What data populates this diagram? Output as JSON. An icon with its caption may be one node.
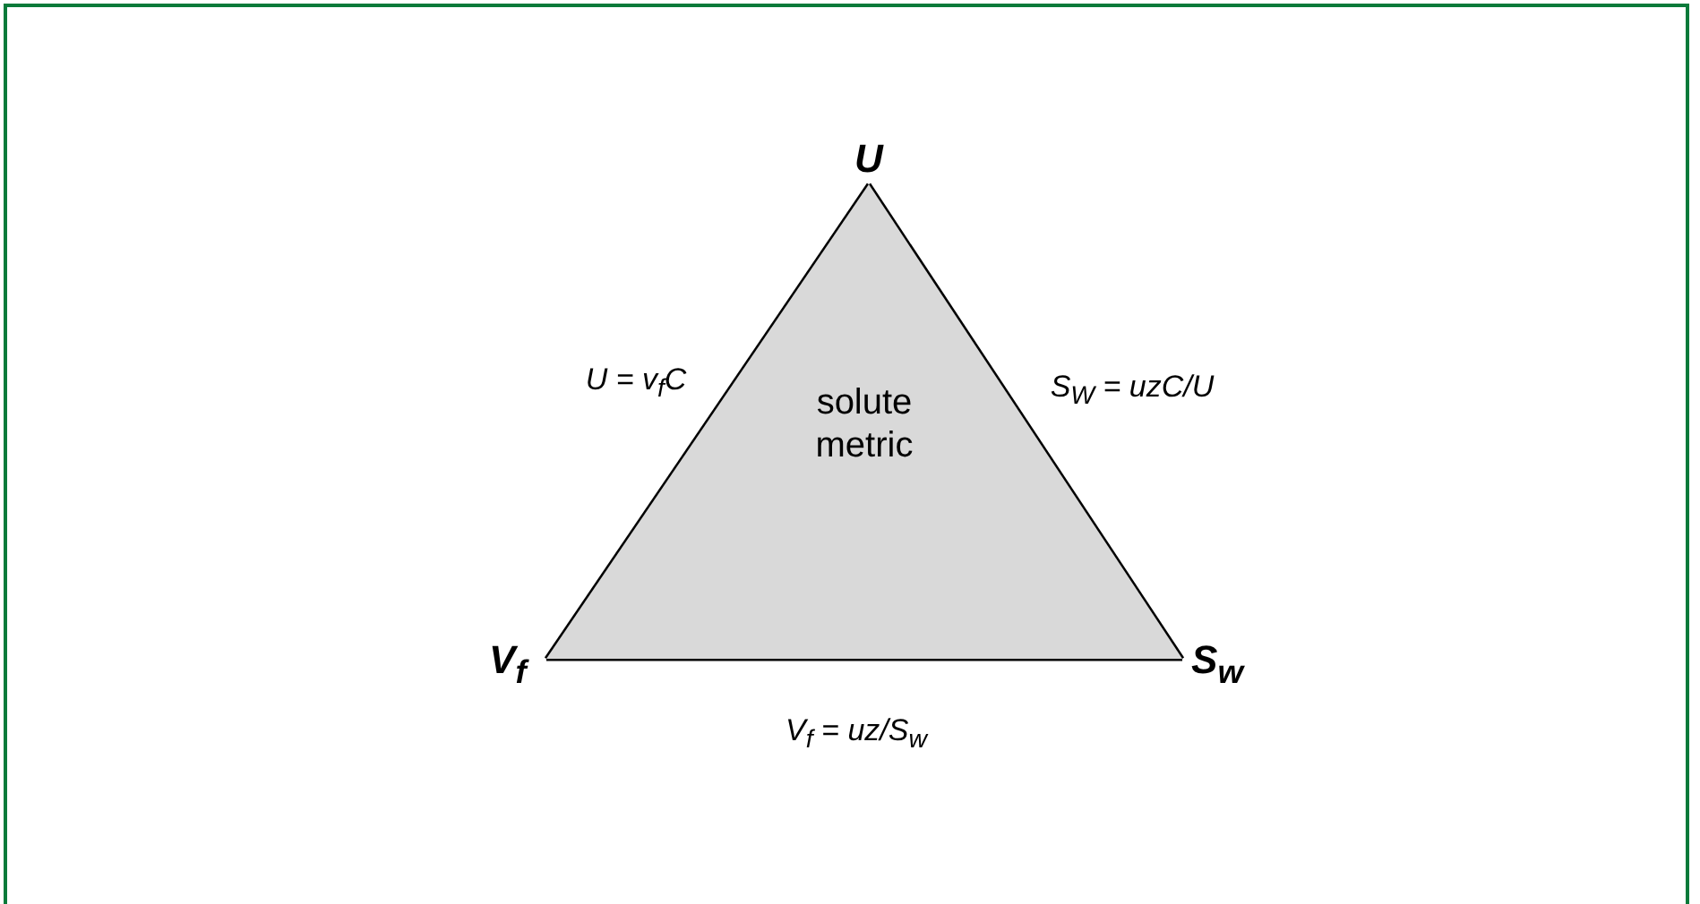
{
  "diagram": {
    "nodes": [
      {
        "text": [
          "solute metric"
        ]
      },
      {
        "text": [
          "U"
        ]
      },
      {
        "text": [
          "V$_{f}$"
        ]
      },
      {
        "text": [
          "S$_{w}$"
        ]
      }
    ],
    "edges": [
      {
        "from": 1,
        "to": 2,
        "arrow": "none",
        "label": "U = v$_{f}$C"
      },
      {
        "from": 1,
        "to": 3,
        "arrow": "none",
        "label": "S$_{W}$ = uzC/U"
      },
      {
        "from": 2,
        "to": 3,
        "arrow": "none",
        "label": "V$_{f}$ = uz/S$_{w}$"
      }
    ]
  }
}
